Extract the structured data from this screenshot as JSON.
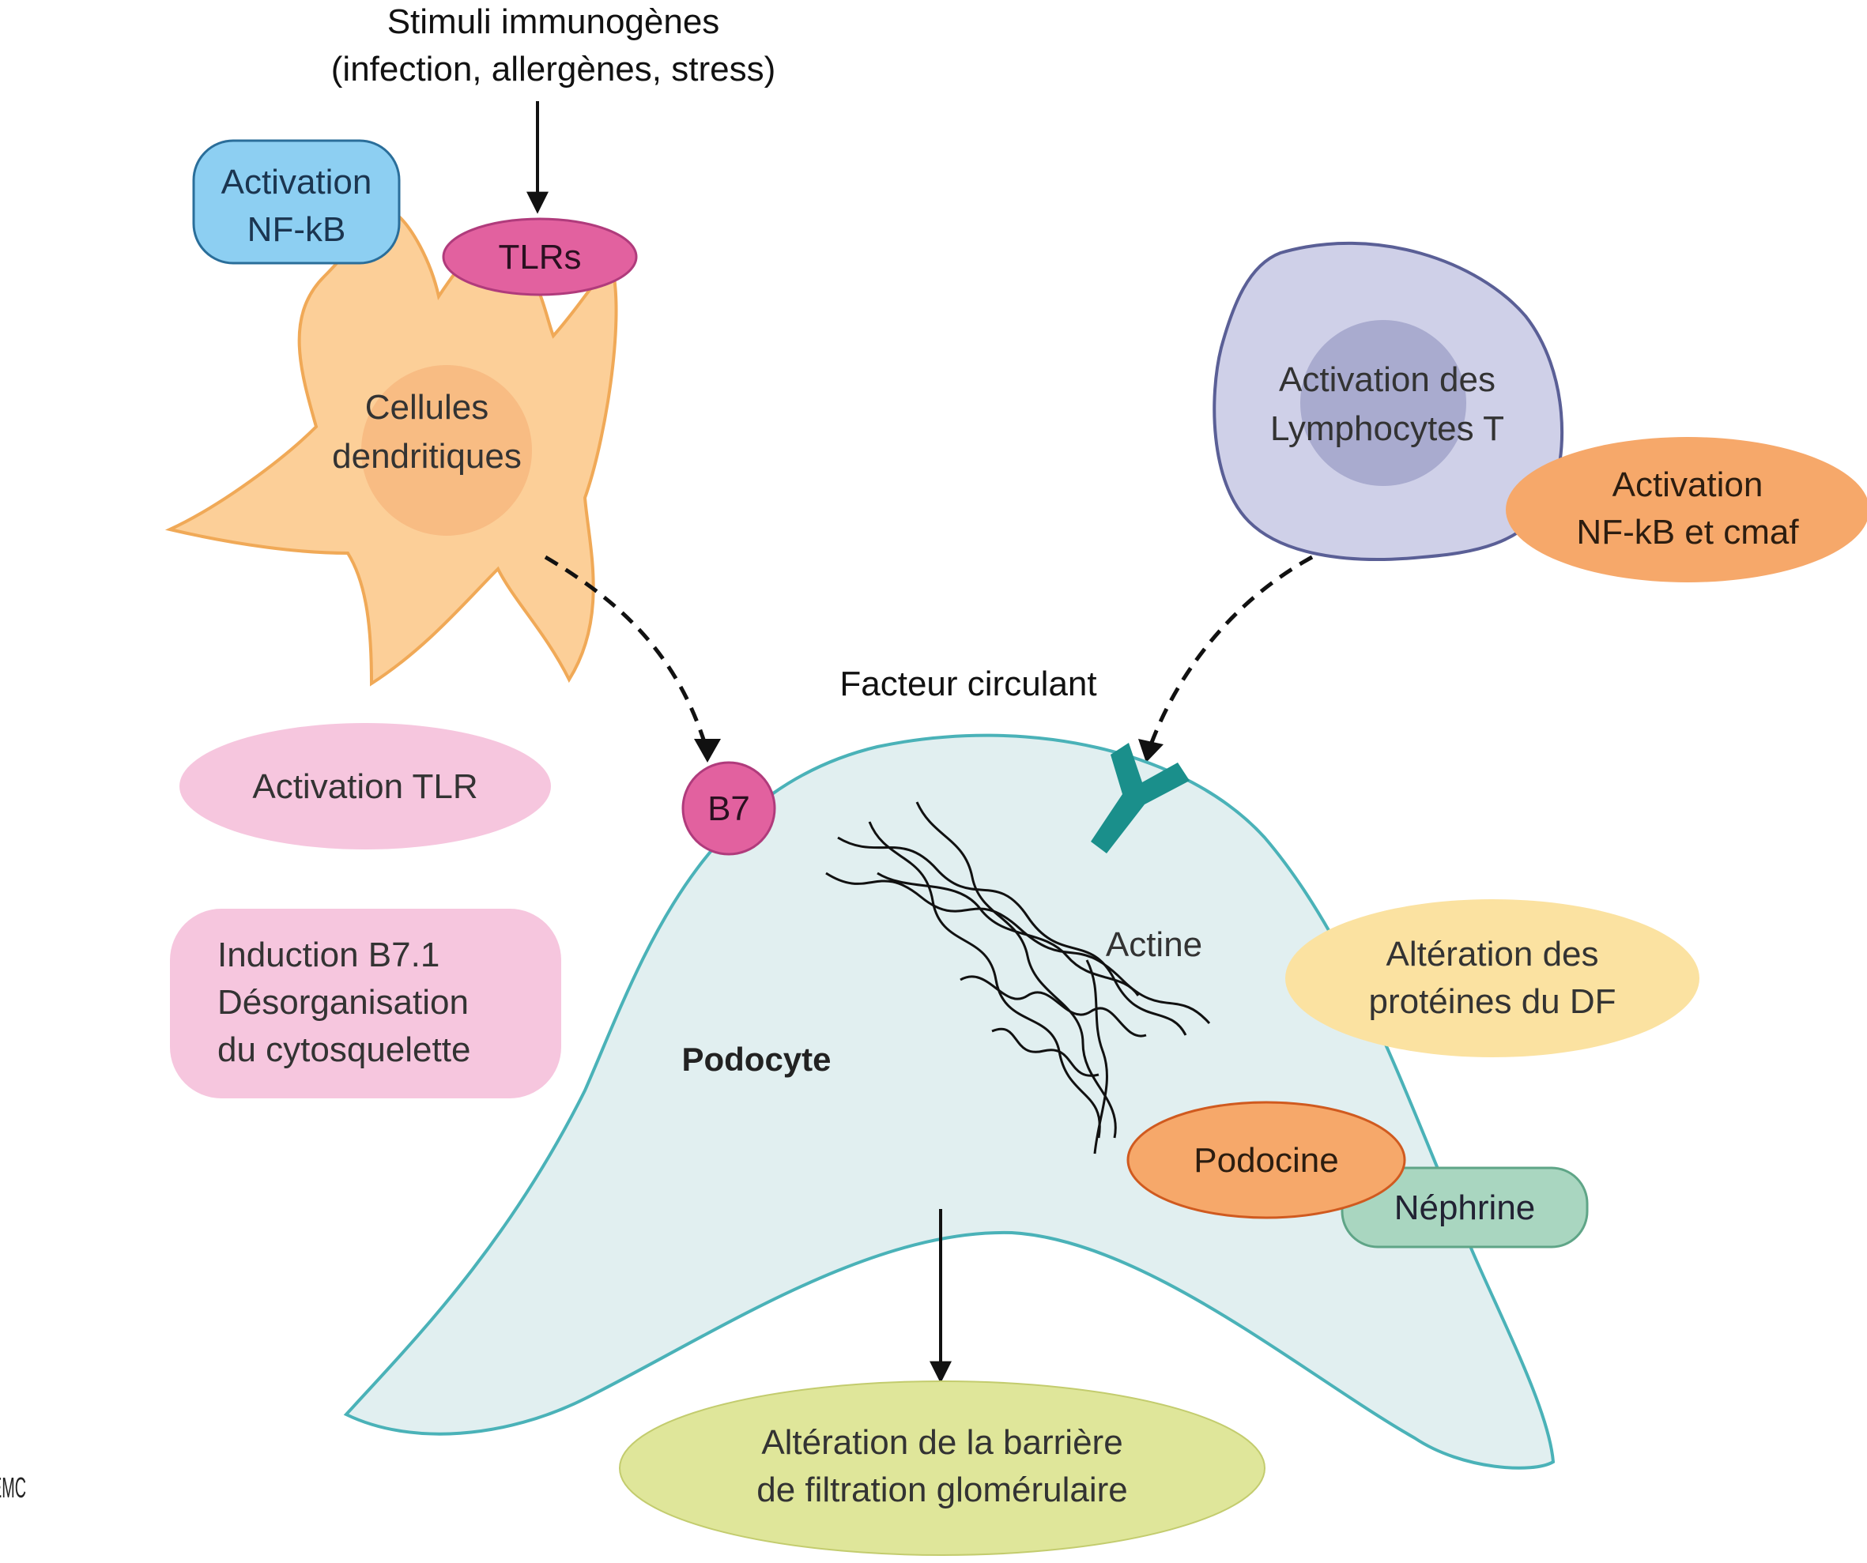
{
  "stimulus": {
    "line1": "Stimuli immunogènes",
    "line2": "(infection, allergènes, stress)"
  },
  "dendritic": {
    "nfkb_line1": "Activation",
    "nfkb_line2": "NF-kB",
    "tlrs": "TLRs",
    "cell_line1": "Cellules",
    "cell_line2": "dendritiques"
  },
  "lymphocyte": {
    "line1": "Activation des",
    "line2": "Lymphocytes T",
    "nfkb_line1": "Activation",
    "nfkb_line2": "NF-kB et cmaf"
  },
  "labels": {
    "facteur": "Facteur circulant",
    "activation_tlr": "Activation TLR",
    "induction_line1": "Induction B7.1",
    "induction_line2": "Désorganisation",
    "induction_line3": "du cytosquelette",
    "b7": "B7",
    "actine": "Actine",
    "podocyte": "Podocyte",
    "df_line1": "Altération des",
    "df_line2": "protéines du DF",
    "podocine": "Podocine",
    "nephrine": "Néphrine",
    "barrier_line1": "Altération de la barrière",
    "barrier_line2": "de filtration glomérulaire",
    "logo": "EMC"
  },
  "colors": {
    "nfkb_blue": "#8dcff2",
    "tlr_pink": "#e2619f",
    "dendritic_orange": "#fccf98",
    "lymph_purple": "#cfd0e8",
    "lymph_nucleus": "#a9abcf",
    "orange": "#f6a86a",
    "pink_light": "#f6c6de",
    "yellow": "#fbe2a1",
    "green": "#a9d6c0",
    "barrier_green": "#dfe69a",
    "podocyte_fill": "#e1eff0",
    "podocyte_stroke": "#4ab2b8",
    "receptor_teal": "#1a8f8b"
  }
}
